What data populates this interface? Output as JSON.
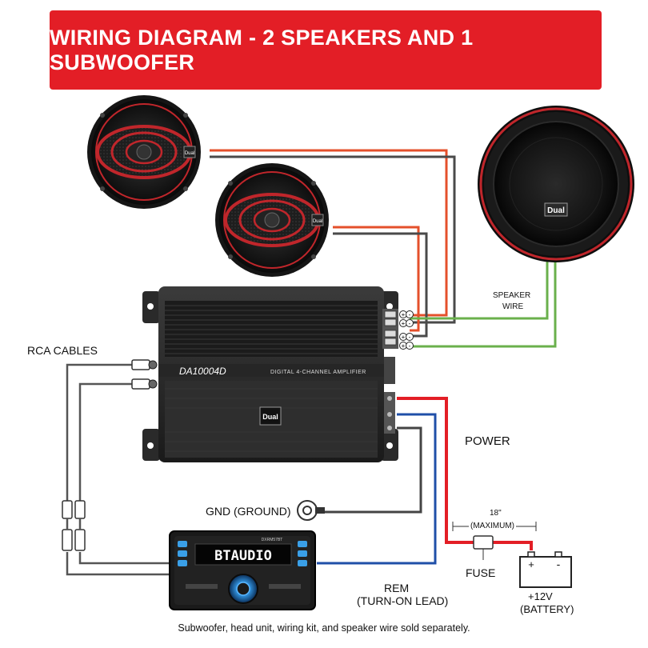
{
  "title": "WIRING DIAGRAM - 2 SPEAKERS AND 1 SUBWOOFER",
  "components": {
    "speaker_brand": "Dual",
    "subwoofer_brand": "Dual",
    "amplifier": {
      "model": "DA10004D",
      "description": "DIGITAL 4-CHANNEL AMPLIFIER",
      "brand": "Dual"
    },
    "head_unit": {
      "display_text": "BTAUDIO",
      "model_badge": "DXRM57BT"
    },
    "battery": {
      "plus": "+",
      "minus": "-"
    }
  },
  "labels": {
    "speaker_wire_line1": "SPEAKER",
    "speaker_wire_line2": "WIRE",
    "rca_cables": "RCA CABLES",
    "power": "POWER",
    "gnd": "GND (GROUND)",
    "fuse_length": "18\"",
    "fuse_maximum": "(MAXIMUM)",
    "fuse": "FUSE",
    "rem_line1": "REM",
    "rem_line2": "(TURN-ON LEAD)",
    "battery_line1": "+12V",
    "battery_line2": "(BATTERY)"
  },
  "terminal_marks": [
    "+",
    "-",
    "+",
    "-",
    "+",
    "-",
    "+",
    "-"
  ],
  "footnote": "Subwoofer, head unit, wiring kit, and speaker wire sold separately.",
  "colors": {
    "banner": "#e31e26",
    "positive_wire": "#e4502b",
    "negative_wire": "#4a4a4a",
    "sub_wire": "#6ab04c",
    "power_wire": "#e31e26",
    "rem_wire": "#1f4fa8",
    "ground_wire": "#444444"
  }
}
